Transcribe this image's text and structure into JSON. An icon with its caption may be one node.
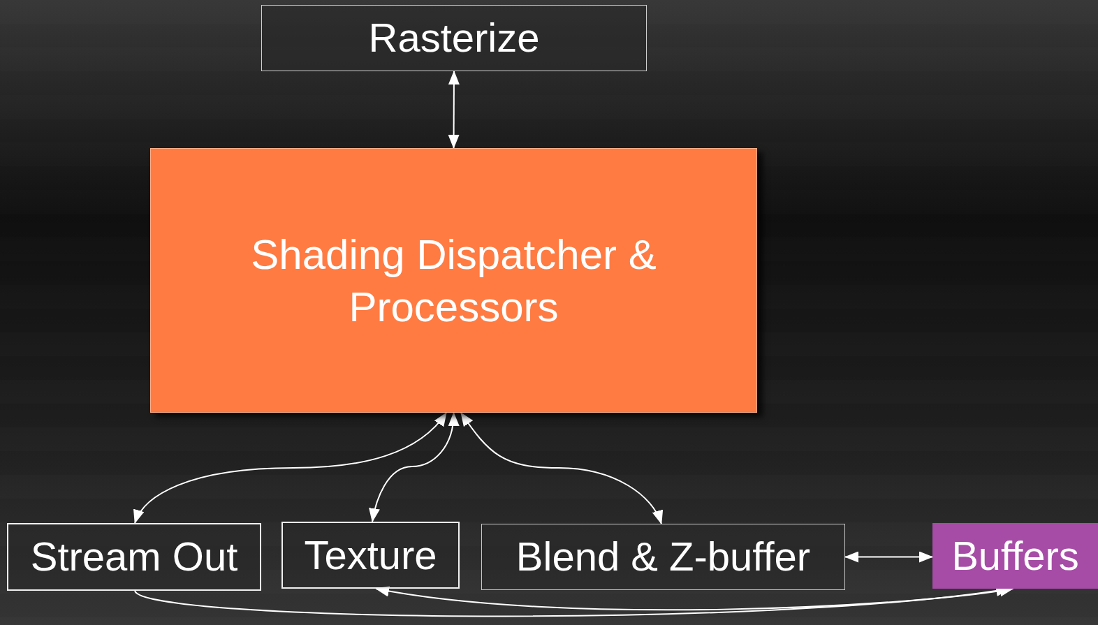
{
  "diagram": {
    "nodes": [
      {
        "text": [
          "Rasterize"
        ]
      },
      {
        "text": [
          "Shading Dispatcher & Processors"
        ]
      },
      {
        "text": [
          "Stream Out"
        ]
      },
      {
        "text": [
          "Texture"
        ]
      },
      {
        "text": [
          "Blend & Z-buffer"
        ]
      },
      {
        "text": [
          "Buffers"
        ]
      }
    ],
    "edges": [
      {
        "from": 0,
        "to": 1,
        "arrow": "both"
      },
      {
        "from": 1,
        "to": 2,
        "arrow": "both"
      },
      {
        "from": 1,
        "to": 3,
        "arrow": "both"
      },
      {
        "from": 1,
        "to": 4,
        "arrow": "both"
      },
      {
        "from": 4,
        "to": 5,
        "arrow": "both"
      },
      {
        "from": 2,
        "to": 5,
        "arrow": "to"
      },
      {
        "from": 3,
        "to": 5,
        "arrow": "both"
      }
    ]
  }
}
